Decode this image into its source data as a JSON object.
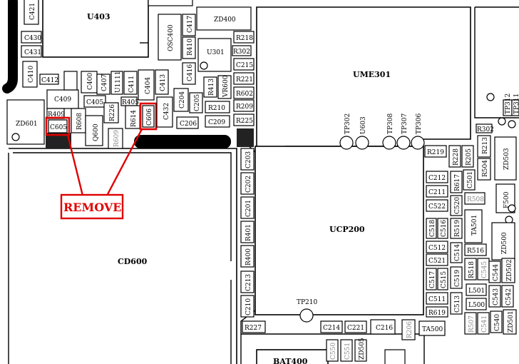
{
  "annotation": {
    "remove_label": "REMOVE",
    "highlight_color": "#e00000"
  },
  "chips": {
    "u403": "U403",
    "ume301": "UME301",
    "ucp200": "UCP200",
    "cd600": "CD600",
    "bat400": "BAT400",
    "zd400": "ZD400",
    "zd601": "ZD601",
    "u301": "U301",
    "osc400": "OSC400",
    "zd503": "ZD503",
    "zd500": "ZD500",
    "f500": "F500",
    "ta501": "TA501",
    "ta500": "TA500",
    "q600": "Q600"
  },
  "components": {
    "c421": "C421",
    "c430": "C430",
    "c431": "C431",
    "c410": "C410",
    "c412": "C412",
    "c409": "C409",
    "c405": "C405",
    "c400": "C400",
    "c407": "C407",
    "u111": "U1111",
    "c411": "C411",
    "c404": "C404",
    "c413": "C413",
    "c432": "C432",
    "r405": "R405",
    "c605": "C605",
    "c606": "C606",
    "r608": "R608",
    "r226": "R226",
    "r614": "R614",
    "r609": "R609",
    "r409": "R409",
    "c417": "C417",
    "r410": "R410",
    "c416": "C416",
    "c204": "C204",
    "c205": "C205",
    "c206": "C206",
    "r413": "R413",
    "vr600": "VR600",
    "r210": "R210",
    "c209": "C209",
    "r218": "R218",
    "r302": "R302",
    "c215": "C215",
    "r221": "R221",
    "r602": "R602",
    "r209": "R209",
    "r225": "R225",
    "c203": "C203",
    "c202": "C202",
    "c201": "C201",
    "r401": "R401",
    "r400": "R400",
    "c213": "C213",
    "c210": "C210",
    "r227": "R227",
    "c214": "C214",
    "c221": "C221",
    "c216": "C216",
    "r206": "R206",
    "c550": "C550",
    "c551": "C551",
    "zd505": "ZD505",
    "r219": "R219",
    "r228": "R228",
    "r205": "R205",
    "r213": "R213",
    "r504": "R504",
    "c212": "C212",
    "c211": "C211",
    "c522": "C522",
    "r617": "R617",
    "c501": "C501",
    "c520": "C520",
    "r508": "R508",
    "c518": "C518",
    "c516": "C516",
    "r519": "R519",
    "c512": "C512",
    "c521": "C521",
    "c514": "C514",
    "r516": "R516",
    "c517": "C517",
    "c515": "C515",
    "c519": "C519",
    "r518": "R518",
    "c545": "C545",
    "c544": "C544",
    "zd502": "ZD502",
    "l501": "L501",
    "l500": "L500",
    "c543": "C543",
    "c542": "C542",
    "c511": "C511",
    "c513": "C513",
    "r619": "R619",
    "r507": "R507",
    "c541": "C541",
    "c540": "C540",
    "zd501": "ZD501",
    "r302b": "R302",
    "c513b": "C513"
  },
  "test_points": {
    "tp302": "TP302",
    "u603": "U603",
    "tp308": "TP308",
    "tp307": "TP307",
    "tp306": "TP306",
    "tp210": "TP210",
    "tp312": "TP312",
    "tp311": "TP311"
  }
}
